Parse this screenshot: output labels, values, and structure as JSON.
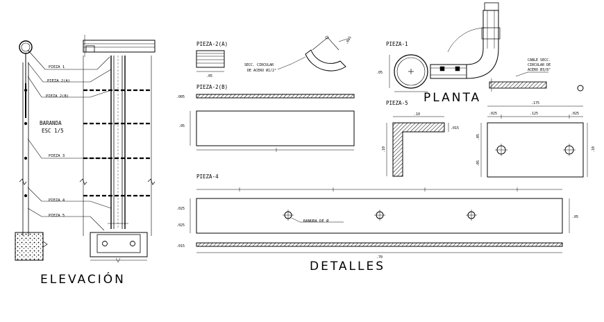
{
  "elevation": {
    "labels": {
      "pieza1": "PIEZA 1",
      "pieza2a": "PIEZA 2(A)",
      "pieza2b": "PIEZA 2(B)",
      "pieza3": "PIEZA 3",
      "pieza4": "PIEZA 4",
      "pieza5": "PIEZA 5"
    },
    "baranda_line1": "BARANDA",
    "baranda_line2": "ESC 1/5",
    "title": "ELEVACIÓN"
  },
  "details": {
    "title": "DETALLES",
    "pieza2a": {
      "title": "PIEZA-2(A)",
      "dim_width": ".05",
      "note_line1": "SECC. CIRCULAR",
      "note_line2": "DE ACERO Ø1/2\"",
      "dim_small": ".005"
    },
    "pieza2b": {
      "title": "PIEZA-2(B)",
      "dim_thick": ".005",
      "dim_height": ".05"
    },
    "pieza4": {
      "title": "PIEZA-4",
      "dim_top": ".025",
      "dim_mid": ".025",
      "dim_right": ".05",
      "dim_thick": ".015",
      "dim_total": ".70",
      "slot_note": "RANURA DE Ø"
    },
    "pieza1": {
      "title": "PIEZA-1",
      "dim_diameter": ".05",
      "cable_line1": "CABLE SECC.",
      "cable_line2": "CIRCULAR DE",
      "cable_line3": "ACERO Ø3/8\"",
      "plan_title": "PLANTA"
    },
    "pieza5": {
      "title": "PIEZA-5",
      "dim_top": ".10",
      "dim_side": ".015",
      "dim_height": ".10"
    },
    "plate": {
      "dim_total": ".175",
      "dim_left": ".025",
      "dim_mid": ".125",
      "dim_right": ".025",
      "dim_v1": ".05",
      "dim_v2": ".05",
      "dim_height": ".10"
    }
  }
}
